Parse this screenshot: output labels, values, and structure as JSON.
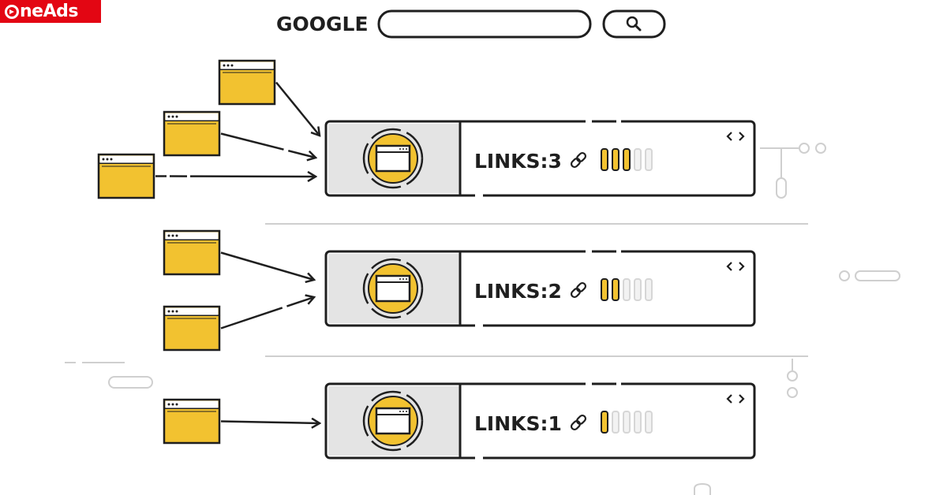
{
  "brand": {
    "logo_text": "neAds",
    "bg_color": "#e30613"
  },
  "search": {
    "engine_name": "GOOGLE",
    "query_value": "",
    "button_icon": "search-icon"
  },
  "results": [
    {
      "label": "LINKS:3",
      "links": 3,
      "max_links": 5
    },
    {
      "label": "LINKS:2",
      "links": 2,
      "max_links": 5
    },
    {
      "label": "LINKS:1",
      "links": 1,
      "max_links": 5
    }
  ],
  "colors": {
    "accent": "#f2c230",
    "outline": "#1f1f1f",
    "panel_gray": "#e4e4e4",
    "muted": "#d6d6d6"
  },
  "icons": {
    "link": "link-icon",
    "code": "code-icon",
    "page": "browser-page-icon"
  }
}
